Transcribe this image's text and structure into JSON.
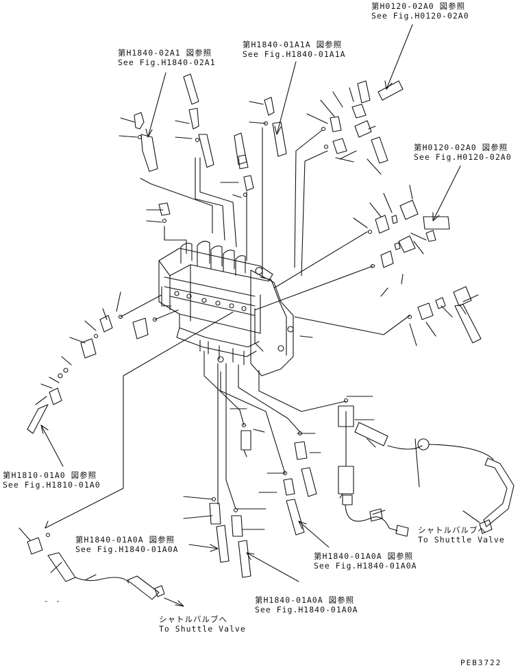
{
  "refs": [
    {
      "jp": "第H0120-02A0 図参照",
      "en": "See Fig.H0120-02A0"
    },
    {
      "jp": "第H1840-01A1A 図参照",
      "en": "See Fig.H1840-01A1A"
    },
    {
      "jp": "第H1840-02A1 図参照",
      "en": "See Fig.H1840-02A1"
    },
    {
      "jp": "第H0120-02A0 図参照",
      "en": "See Fig.H0120-02A0"
    },
    {
      "jp": "第H1810-01A0 図参照",
      "en": "See Fig.H1810-01A0"
    },
    {
      "jp": "第H1840-01A0A 図参照",
      "en": "See Fig.H1840-01A0A"
    },
    {
      "jp": "第H1840-01A0A 図参照",
      "en": "See Fig.H1840-01A0A"
    },
    {
      "jp": "第H1840-01A0A 図参照",
      "en": "See Fig.H1840-01A0A"
    }
  ],
  "destinations": [
    {
      "jp": "シャトルバルブへ",
      "en": "To Shuttle Valve"
    },
    {
      "jp": "シャトルバルブへ",
      "en": "To Shuttle Valve"
    }
  ],
  "drawing_code": "PEB3722",
  "dash_mark": "- -"
}
